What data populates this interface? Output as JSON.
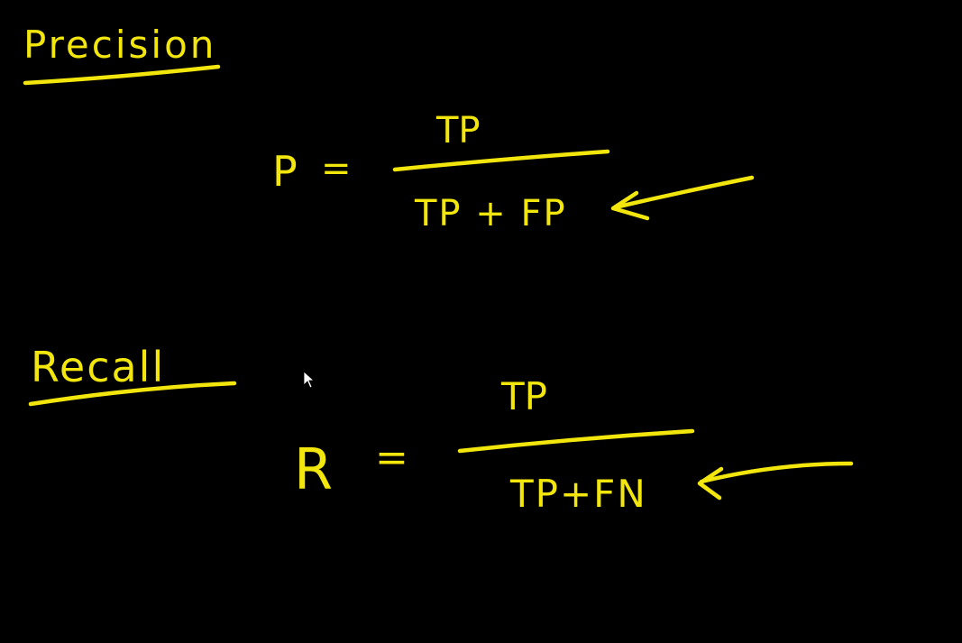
{
  "board": {
    "background_color": "#000000",
    "ink_color": "#f2e60c"
  },
  "precision": {
    "heading": "Precision",
    "symbol": "P",
    "equals": "=",
    "numerator": "TP",
    "denominator": "TP + FP",
    "pointer_icon": "arrow-left-icon"
  },
  "recall": {
    "heading": "Recall",
    "symbol": "R",
    "equals": "=",
    "numerator": "TP",
    "denominator": "TP+FN",
    "pointer_icon": "arrow-left-icon"
  },
  "cursor_icon": "mouse-pointer-icon"
}
